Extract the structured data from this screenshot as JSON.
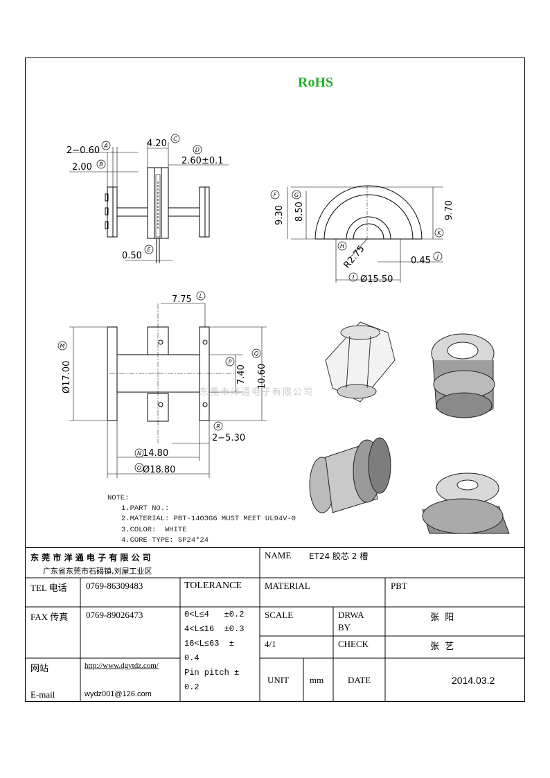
{
  "rohs": "RoHS",
  "watermark": "东莞市洋通电子有限公司",
  "dims": {
    "A": "2−0.60",
    "B": "2.00",
    "C": "4.20",
    "D": "2.60±0.1",
    "E": "0.50",
    "F": "9.30",
    "G": "8.50",
    "H": "R2.75",
    "I": "Ø15.50",
    "J": "0.45",
    "K": "9.70",
    "L": "7.75",
    "M": "Ø17.00",
    "P": "7.40",
    "Q": "10.60",
    "R": "2−5.30",
    "N": "14.80",
    "O": "Ø18.80"
  },
  "circles": [
    "A",
    "B",
    "C",
    "D",
    "E",
    "F",
    "G",
    "H",
    "I",
    "J",
    "K",
    "L",
    "M",
    "N",
    "O",
    "P",
    "Q",
    "R"
  ],
  "notes": {
    "title": "NOTE:",
    "line1": "1.PART NO.:",
    "line2": "2.MATERIAL: PBT-1403G6 MUST MEET UL94V-0",
    "line3": "3.COLOR:  WHITE",
    "line4": "4.CORE TYPE: SP24*24"
  },
  "title_block": {
    "company": "东 莞 市 洋 通 电 子 有 限 公 司",
    "address": "广东省东莞市石碣镇,刘屋工业区",
    "name_label": "NAME",
    "name_value": "ET24 胶芯 2 槽",
    "tel_label": "TEL 电话",
    "tel_value": "0769-86309483",
    "tolerance_label": "TOLERANCE",
    "material_label": "MATERIAL",
    "material_value": "PBT",
    "fax_label": "FAX 传真",
    "fax_value": "0769-89026473",
    "tol_1": "0<L≤4   ±0.2",
    "tol_2": "4<L≤16  ±0.3",
    "tol_3": "16<L≤63  ±",
    "tol_4": "0.4",
    "tol_5": "Pin pitch ±",
    "tol_6": "0.2",
    "scale_label": "SCALE",
    "scale_value": "4/1",
    "drawn_label_1": "DRWA",
    "drawn_label_2": "BY",
    "drawn_value": "张  阳",
    "check_label": "CHECK",
    "check_value": "张  艺",
    "web_label": "网站",
    "web_value": "http://www.dgytdz.com/",
    "email_label": "E-mail",
    "email_value": "wydz001@126.com",
    "unit_label": "UNIT",
    "unit_value": "mm",
    "date_label": "DATE",
    "date_value": "2014.03.2"
  }
}
